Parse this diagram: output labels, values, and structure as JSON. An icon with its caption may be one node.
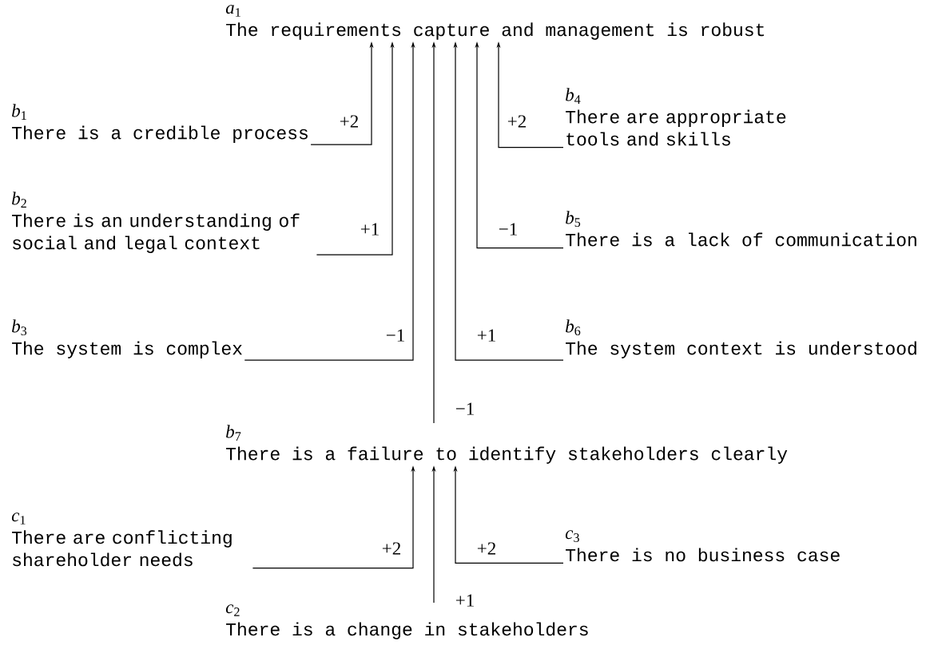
{
  "diagram": {
    "nodes": [
      {
        "text": [
          "*a*$_{1}$",
          "The requirements capture and management is robust"
        ]
      },
      {
        "text": [
          "*b*$_{1}$",
          "There is a credible process"
        ]
      },
      {
        "text": [
          "*b*$_{2}$",
          "There is an understanding of social and legal context"
        ]
      },
      {
        "text": [
          "*b*$_{3}$",
          "The system is complex"
        ]
      },
      {
        "text": [
          "*b*$_{4}$",
          "There are appropriate tools and skills"
        ]
      },
      {
        "text": [
          "*b*$_{5}$",
          "There is a lack of communication"
        ]
      },
      {
        "text": [
          "*b*$_{6}$",
          "The system context is understood"
        ]
      },
      {
        "text": [
          "*b*$_{7}$",
          "There is a failure to identify stakeholders clearly"
        ]
      },
      {
        "text": [
          "*c*$_{1}$",
          "There are conflicting shareholder needs"
        ]
      },
      {
        "text": [
          "*c*$_{3}$",
          "There is no business case"
        ]
      },
      {
        "text": [
          "*c*$_{2}$",
          "There is a change in stakeholders"
        ]
      }
    ],
    "edges": [
      {
        "from": 1,
        "to": 0,
        "arrow": "to",
        "label": "+2"
      },
      {
        "from": 2,
        "to": 0,
        "arrow": "to",
        "label": "+1"
      },
      {
        "from": 3,
        "to": 0,
        "arrow": "to",
        "label": "−1"
      },
      {
        "from": 7,
        "to": 0,
        "arrow": "to",
        "label": "−1"
      },
      {
        "from": 6,
        "to": 0,
        "arrow": "to",
        "label": "+1"
      },
      {
        "from": 5,
        "to": 0,
        "arrow": "to",
        "label": "−1"
      },
      {
        "from": 4,
        "to": 0,
        "arrow": "to",
        "label": "+2"
      },
      {
        "from": 8,
        "to": 7,
        "arrow": "to",
        "label": "+2"
      },
      {
        "from": 10,
        "to": 7,
        "arrow": "to",
        "label": "+1"
      },
      {
        "from": 9,
        "to": 7,
        "arrow": "to",
        "label": "+2"
      }
    ]
  }
}
